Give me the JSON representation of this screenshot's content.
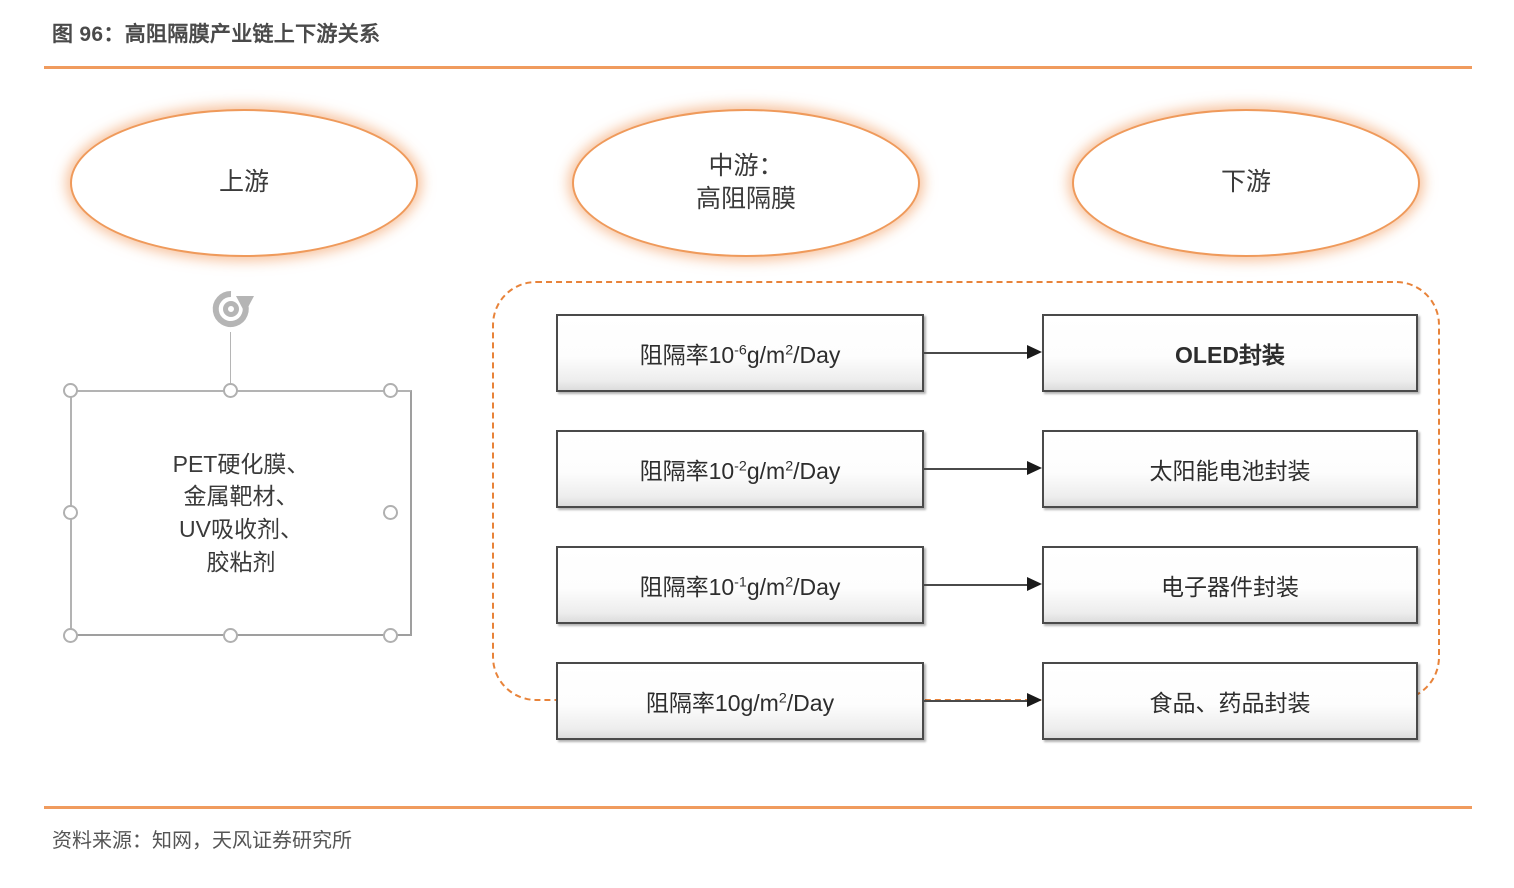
{
  "figure": {
    "title": "图 96：高阻隔膜产业链上下游关系",
    "source_note": "资料来源：知网，天风证券研究所",
    "accent_color": "#F09B5E",
    "dashed_region_color": "#E8833A",
    "box_border_color": "#4A4A4A"
  },
  "stages": {
    "upstream_label": "上游",
    "midstream_label_line1": "中游：",
    "midstream_label_line2": "高阻隔膜",
    "downstream_label": "下游"
  },
  "upstream": {
    "box_text": "PET硬化膜、\n金属靶材、\nUV吸收剂、\n胶粘剂",
    "selection_handle_count": 8,
    "rotate_icon": "rotate-handle-icon"
  },
  "flows": [
    {
      "rate_prefix": "阻隔率10",
      "rate_exponent": "-6",
      "rate_suffix_a": "g/m",
      "rate_suffix_b": "2",
      "rate_suffix_c": "/Day",
      "application": "OLED封装",
      "bold": true
    },
    {
      "rate_prefix": "阻隔率10",
      "rate_exponent": "-2",
      "rate_suffix_a": "g/m",
      "rate_suffix_b": "2",
      "rate_suffix_c": "/Day",
      "application": "太阳能电池封装",
      "bold": false
    },
    {
      "rate_prefix": "阻隔率10",
      "rate_exponent": "-1",
      "rate_suffix_a": "g/m",
      "rate_suffix_b": "2",
      "rate_suffix_c": "/Day",
      "application": "电子器件封装",
      "bold": false
    },
    {
      "rate_prefix": "阻隔率10",
      "rate_exponent": "",
      "rate_suffix_a": "g/m",
      "rate_suffix_b": "2",
      "rate_suffix_c": "/Day",
      "application": "食品、药品封装",
      "bold": false
    }
  ]
}
